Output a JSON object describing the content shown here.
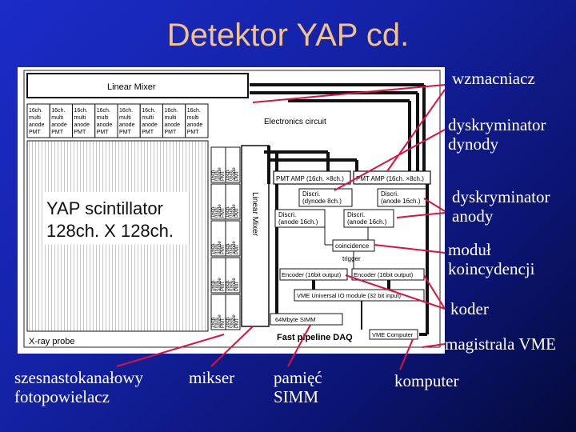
{
  "slide": {
    "title": "Detektor YAP cd."
  },
  "callouts": {
    "wzmacniacz": "wzmacniacz",
    "dysk_dynody": "dyskryminator\ndynody",
    "dysk_anody": "dyskryminator\nanody",
    "modul": "moduł\nkoincydencji",
    "koder": "koder",
    "magistrala": "magistrala VME",
    "fotopowielacz": "szesnastokanałowy\nfotopowielacz",
    "mikser": "mikser",
    "pamiec": "pamięć\nSIMM",
    "komputer": "komputer"
  },
  "schematic": {
    "linear_mixer": "Linear Mixer",
    "pmt_cell": "16ch.\nmulti\nanode\nPMT",
    "electronics": "Electronics circuit",
    "scintillator_line1": "YAP scintillator",
    "scintillator_line2": "128ch. X 128ch.",
    "linear_mixer_vertical": "Linear Mixer",
    "pmt_amp_1": "PMT AMP (16ch. ×8ch.)",
    "pmt_amp_2": "PMT AMP (16ch. ×8ch.)",
    "discr_dynode": "Discri.\n(dynode 8ch.)",
    "discr_anode_right": "Discri.\n(anode 16ch.)",
    "discr_anode_left": "Discri.\n(anode 16ch.)",
    "discr_anode_center": "Discri.\n(anode 16ch.)",
    "coincidence": "coincidence",
    "trigger": "trigger",
    "encoder_1": "Encoder (16bit output)",
    "encoder_2": "Encoder (16bit output)",
    "vme_universal": "VME Universal IO module (32 bit input)",
    "simm": "64Mbyte SIMM",
    "fast_pipeline": "Fast pipeline DAQ",
    "vme_computer": "VME Computer",
    "xray_probe": "X-ray probe"
  },
  "colors": {
    "title": "#f2c28a",
    "arrow": "#e0103c",
    "panel": "#ffffff"
  }
}
